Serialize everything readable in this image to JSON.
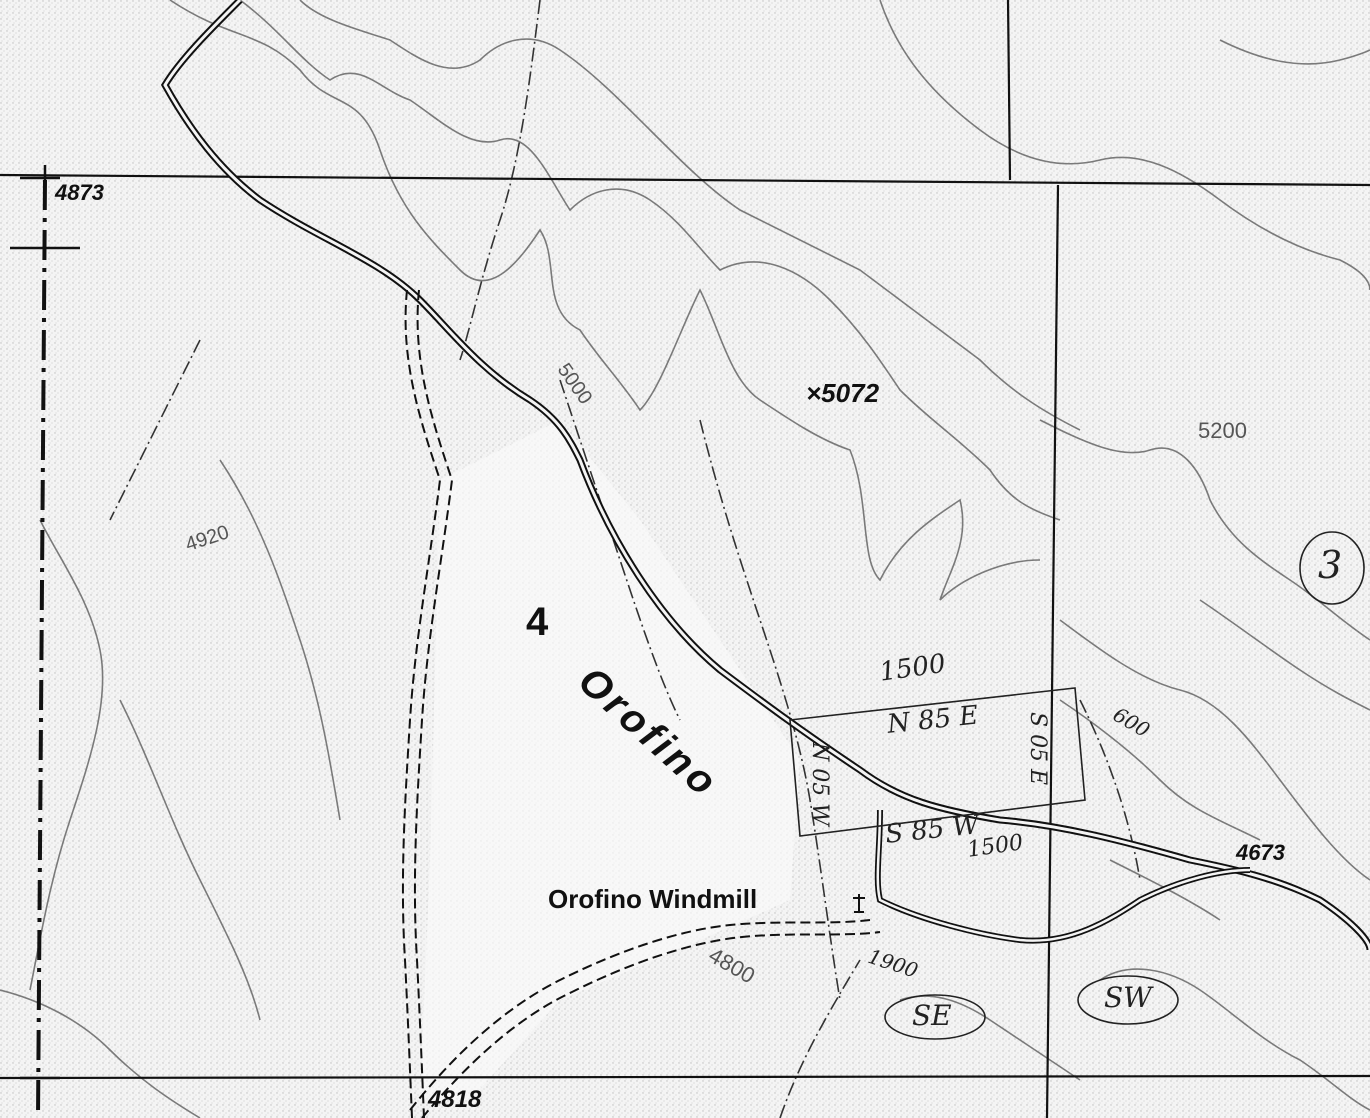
{
  "map": {
    "section_number": "4",
    "stream_name": "Orofino",
    "windmill_label": "Orofino Windmill",
    "windmill_symbol": "windmill-icon",
    "spot_elevation_peak": "×5072",
    "corner_elevations": {
      "top_left": "4873",
      "bottom_left": "4818",
      "right": "4673"
    },
    "contour_labels": {
      "c5000": "5000",
      "c4920": "4920",
      "c5200": "5200",
      "c4800": "4800"
    },
    "survey_annotations": {
      "top_distance": "1500",
      "top_bearing": "N 85 E",
      "right_bearing": "S 05 E",
      "left_bearing": "N 05 W",
      "bottom_bearing": "S 85 W",
      "bottom_distance": "1500",
      "right_distance": "600",
      "lower_distance": "1900"
    },
    "circled_labels": {
      "section_3": "3",
      "se": "SE",
      "sw": "SW"
    },
    "colors": {
      "paper": "#f4f4f4",
      "ink": "#111111",
      "contour": "#7a7a7a"
    }
  }
}
